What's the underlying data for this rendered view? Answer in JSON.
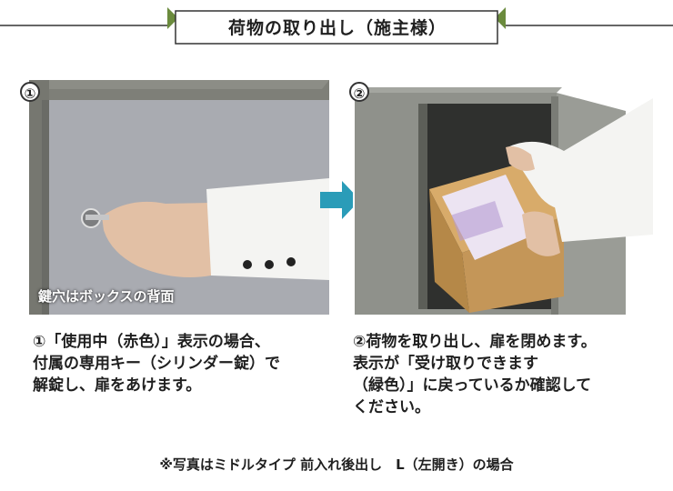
{
  "header": {
    "title": "荷物の取り出し（施主様）"
  },
  "steps": [
    {
      "badge": "①",
      "photo_caption": "鍵穴はボックスの背面",
      "description_lines": [
        "①「使用中（赤色）」表示の場合、",
        "付属の専用キー（シリンダー錠）で",
        "解錠し、扉をあけます。"
      ]
    },
    {
      "badge": "②",
      "description_lines": [
        "②荷物を取り出し、扉を閉めます。",
        "表示が「受け取りできます",
        "（緑色）」に戻っているか確認して",
        "ください。"
      ]
    }
  ],
  "footer": {
    "note": "※写真はミドルタイプ 前入れ後出し　L（左開き）の場合"
  },
  "colors": {
    "arrow": "#2a9cb8",
    "box_panel": "#a9a9ad",
    "cardboard": "#c99b5f"
  }
}
